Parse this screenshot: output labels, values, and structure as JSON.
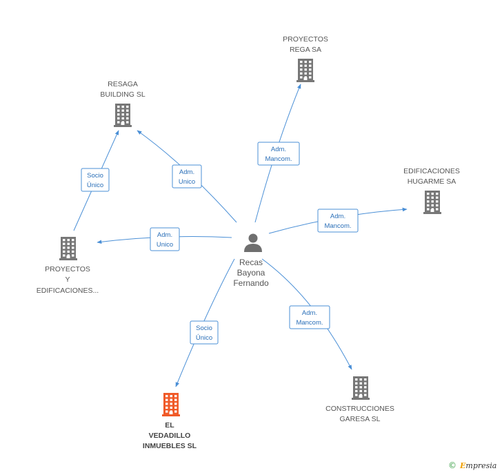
{
  "center": {
    "name": "Recas Bayona Fernando",
    "lines": [
      "Recas",
      "Bayona",
      "Fernando"
    ],
    "icon": "person-icon"
  },
  "nodes": [
    {
      "id": "proyectos-rega",
      "lines": [
        "PROYECTOS",
        "REGA SA"
      ],
      "icon": "building-icon",
      "highlight": false
    },
    {
      "id": "resaga-building",
      "lines": [
        "RESAGA",
        "BUILDING  SL"
      ],
      "icon": "building-icon",
      "highlight": false
    },
    {
      "id": "edificaciones-hugarme",
      "lines": [
        "EDIFICACIONES",
        "HUGARME SA"
      ],
      "icon": "building-icon",
      "highlight": false
    },
    {
      "id": "proyectos-y-edificaciones",
      "lines": [
        "PROYECTOS",
        "Y",
        "EDIFICACIONES..."
      ],
      "icon": "building-icon",
      "highlight": false
    },
    {
      "id": "construcciones-garesa",
      "lines": [
        "CONSTRUCCIONES",
        "GARESA SL"
      ],
      "icon": "building-icon",
      "highlight": false
    },
    {
      "id": "el-vedadillo",
      "lines": [
        "EL",
        "VEDADILLO",
        "INMUEBLES SL"
      ],
      "icon": "building-icon",
      "highlight": true
    }
  ],
  "relations": [
    {
      "id": "rel-proyectos-rega",
      "lines": [
        "Adm.",
        "Mancom."
      ]
    },
    {
      "id": "rel-resaga",
      "lines": [
        "Adm.",
        "Unico"
      ]
    },
    {
      "id": "rel-hugarme",
      "lines": [
        "Adm.",
        "Mancom."
      ]
    },
    {
      "id": "rel-proyectos-y-edif",
      "lines": [
        "Adm.",
        "Unico"
      ]
    },
    {
      "id": "rel-socio-resaga",
      "lines": [
        "Socio",
        "Único"
      ]
    },
    {
      "id": "rel-garesa",
      "lines": [
        "Adm.",
        "Mancom."
      ]
    },
    {
      "id": "rel-vedadillo",
      "lines": [
        "Socio",
        "Único"
      ]
    }
  ],
  "colors": {
    "edge": "#4a8fd6",
    "building": "#777777",
    "highlight": "#f05a28",
    "person": "#6f6f6f"
  },
  "footer": {
    "copyright_symbol": "©",
    "brand_initial": "E",
    "brand_rest": "mpresia"
  }
}
